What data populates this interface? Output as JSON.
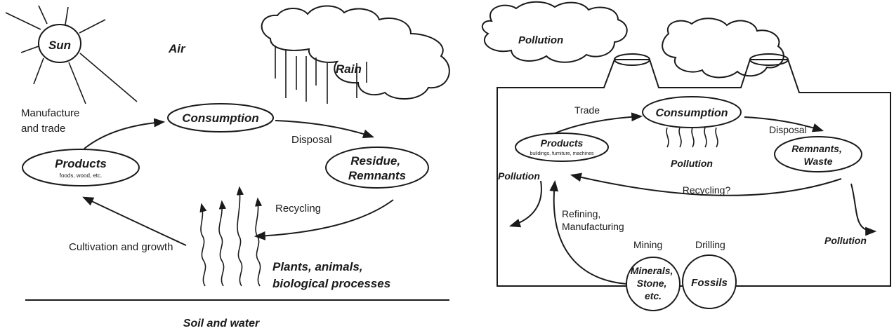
{
  "left": {
    "sun": "Sun",
    "air": "Air",
    "rain": "Rain",
    "manufacture": [
      "Manufacture",
      "and trade"
    ],
    "consumption": "Consumption",
    "disposal": "Disposal",
    "products": "Products",
    "products_sub": "foods, wood, etc.",
    "residue": [
      "Residue,",
      "Remnants"
    ],
    "recycling": "Recycling",
    "cultivation": "Cultivation and growth",
    "plants": [
      "Plants, animals,",
      "biological processes"
    ],
    "soil": "Soil and water"
  },
  "right": {
    "pollution_top": "Pollution",
    "trade": "Trade",
    "consumption": "Consumption",
    "disposal": "Disposal",
    "products": "Products",
    "products_sub": "buildings, furniture, machines",
    "pollution_mid": "Pollution",
    "remnants": [
      "Remnants,",
      "Waste"
    ],
    "pollution_left": "Pollution",
    "recycling": "Recycling?",
    "refining": [
      "Refining,",
      "Manufacturing"
    ],
    "mining": "Mining",
    "drilling": "Drilling",
    "minerals": [
      "Minerals,",
      "Stone,",
      "etc."
    ],
    "fossils": "Fossils",
    "pollution_right": "Pollution"
  }
}
